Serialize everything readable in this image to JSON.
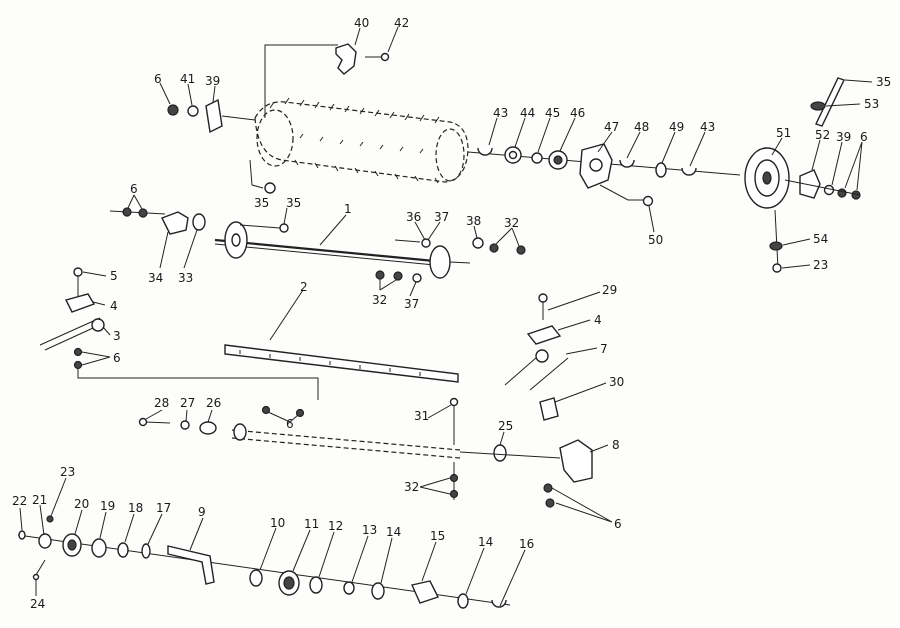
{
  "labels": {
    "p1": "1",
    "p2": "2",
    "p3": "3",
    "p4a": "4",
    "p4b": "4",
    "p5": "5",
    "p6a": "6",
    "p6b": "6",
    "p6c": "6",
    "p6d": "6",
    "p6e": "6",
    "p6f": "6",
    "p7": "7",
    "p8": "8",
    "p9": "9",
    "p10": "10",
    "p11": "11",
    "p12": "12",
    "p13": "13",
    "p14a": "14",
    "p14b": "14",
    "p15": "15",
    "p16": "16",
    "p17": "17",
    "p18": "18",
    "p19": "19",
    "p20": "20",
    "p21": "21",
    "p22": "22",
    "p23a": "23",
    "p23b": "23",
    "p24": "24",
    "p25": "25",
    "p26": "26",
    "p27": "27",
    "p28": "28",
    "p29": "29",
    "p30": "30",
    "p31": "31",
    "p32a": "32",
    "p32b": "32",
    "p32c": "32",
    "p33": "33",
    "p34": "34",
    "p35a": "35",
    "p35b": "35",
    "p35c": "35",
    "p36": "36",
    "p37a": "37",
    "p37b": "37",
    "p38": "38",
    "p39a": "39",
    "p39b": "39",
    "p40": "40",
    "p41": "41",
    "p42": "42",
    "p43a": "43",
    "p43b": "43",
    "p44": "44",
    "p45": "45",
    "p46": "46",
    "p47": "47",
    "p48": "48",
    "p49": "49",
    "p50": "50",
    "p51": "51",
    "p52": "52",
    "p53": "53",
    "p54": "54"
  }
}
